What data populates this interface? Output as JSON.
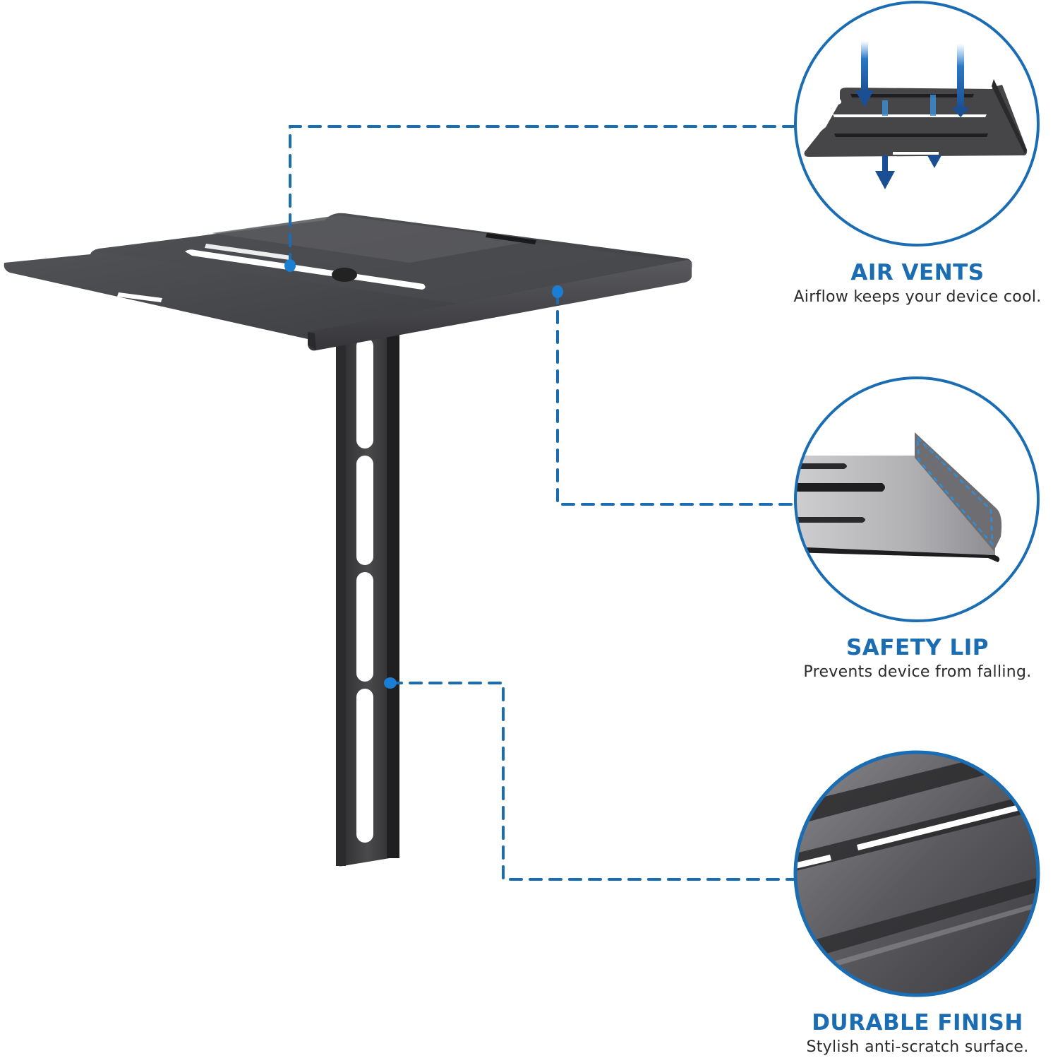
{
  "colors": {
    "accent": "#1a6cb3",
    "metal_dark": "#2e2e30",
    "metal_mid": "#48484b",
    "metal_light": "#6a6a6e",
    "text": "#2b2b2b",
    "background": "#ffffff"
  },
  "product": {
    "name": "shelf-bracket",
    "callout_points": [
      "air-vents",
      "safety-lip",
      "durable-finish"
    ]
  },
  "features": [
    {
      "id": "air-vents",
      "title": "AIR VENTS",
      "description": "Airflow keeps your device cool.",
      "icon": "airflow-arrows-icon"
    },
    {
      "id": "safety-lip",
      "title": "SAFETY LIP",
      "description": "Prevents device from falling.",
      "icon": "lip-edge-icon"
    },
    {
      "id": "durable-finish",
      "title": "DURABLE FINISH",
      "description": "Stylish anti-scratch surface.",
      "icon": "surface-closeup-icon"
    }
  ]
}
